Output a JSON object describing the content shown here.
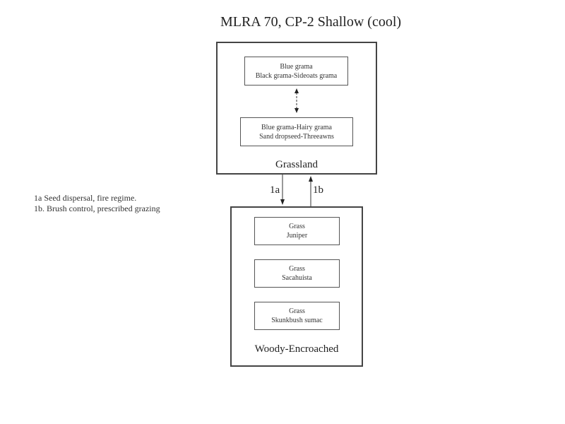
{
  "title": "MLRA 70, CP-2 Shallow (cool)",
  "states": [
    {
      "name": "Grassland",
      "communities": [
        {
          "lines": [
            "Blue grama",
            "Black grama-Sideoats grama"
          ]
        },
        {
          "lines": [
            "Blue grama-Hairy grama",
            "Sand dropseed-Threeawns"
          ]
        }
      ]
    },
    {
      "name": "Woody-Encroached",
      "communities": [
        {
          "lines": [
            "Grass",
            "Juniper"
          ]
        },
        {
          "lines": [
            "Grass",
            "Sacahuista"
          ]
        },
        {
          "lines": [
            "Grass",
            "Skunkbush sumac"
          ]
        }
      ]
    }
  ],
  "transitions": [
    {
      "id": "1a",
      "label": "1a",
      "from": "Grassland",
      "to": "Woody-Encroached"
    },
    {
      "id": "1b",
      "label": "1b",
      "from": "Woody-Encroached",
      "to": "Grassland"
    }
  ],
  "legend": [
    "1a Seed dispersal, fire regime.",
    "1b. Brush control, prescribed grazing"
  ]
}
